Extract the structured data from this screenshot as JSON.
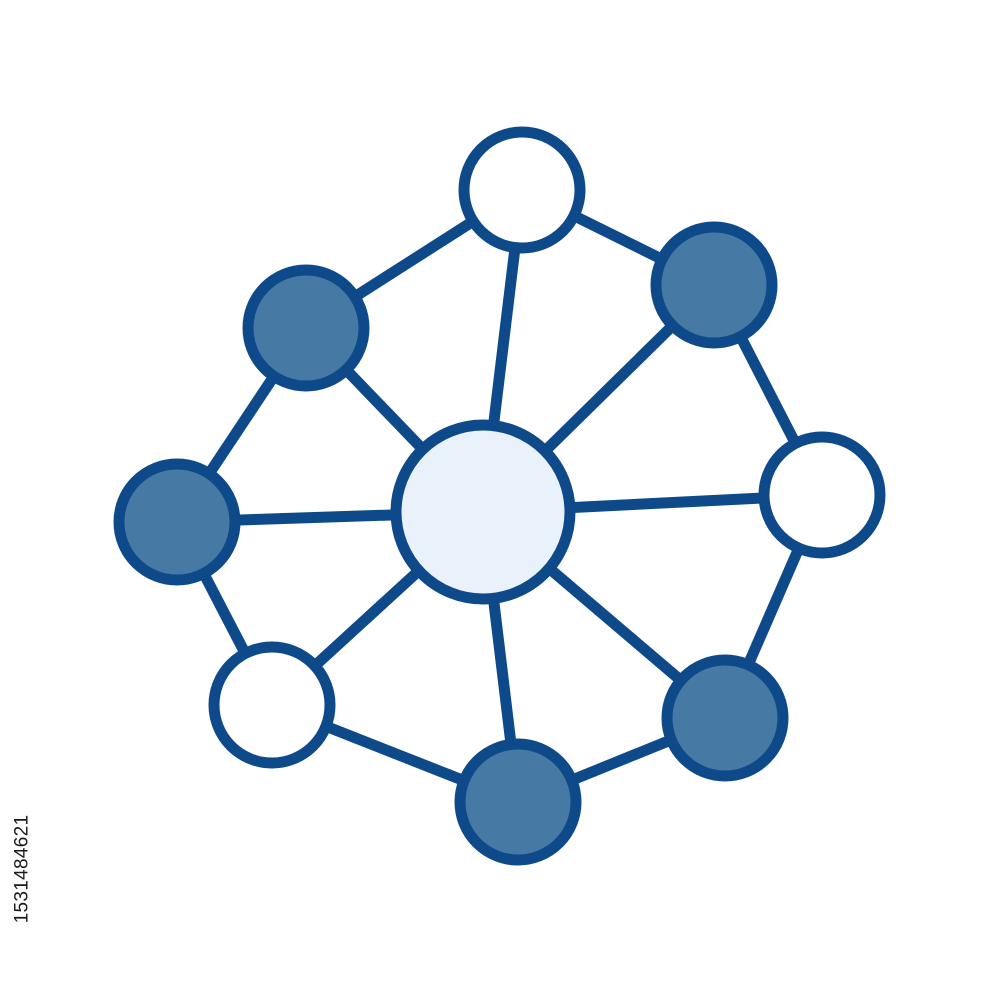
{
  "colors": {
    "stroke": "#0e4a8a",
    "dark_fill": "#4679a3",
    "light_fill": "#ffffff",
    "hub_fill": "#e9f1fa"
  },
  "icon": "network-hub-icon",
  "network": {
    "hub": {
      "id": "hub",
      "style": "hub"
    },
    "nodes": [
      {
        "id": "node-top",
        "style": "light"
      },
      {
        "id": "node-upper-right",
        "style": "dark"
      },
      {
        "id": "node-right",
        "style": "light"
      },
      {
        "id": "node-lower-right",
        "style": "dark"
      },
      {
        "id": "node-bottom",
        "style": "dark"
      },
      {
        "id": "node-lower-left",
        "style": "light"
      },
      {
        "id": "node-left",
        "style": "dark"
      },
      {
        "id": "node-upper-left",
        "style": "dark"
      }
    ],
    "edges": [
      [
        "node-top",
        "node-upper-right"
      ],
      [
        "node-upper-right",
        "node-right"
      ],
      [
        "node-right",
        "node-lower-right"
      ],
      [
        "node-lower-right",
        "node-bottom"
      ],
      [
        "node-bottom",
        "node-lower-left"
      ],
      [
        "node-lower-left",
        "node-left"
      ],
      [
        "node-left",
        "node-upper-left"
      ],
      [
        "node-upper-left",
        "node-top"
      ],
      [
        "hub",
        "node-top"
      ],
      [
        "hub",
        "node-upper-right"
      ],
      [
        "hub",
        "node-right"
      ],
      [
        "hub",
        "node-lower-right"
      ],
      [
        "hub",
        "node-bottom"
      ],
      [
        "hub",
        "node-lower-left"
      ],
      [
        "hub",
        "node-left"
      ],
      [
        "hub",
        "node-upper-left"
      ]
    ]
  },
  "stock_id": "1531484621"
}
